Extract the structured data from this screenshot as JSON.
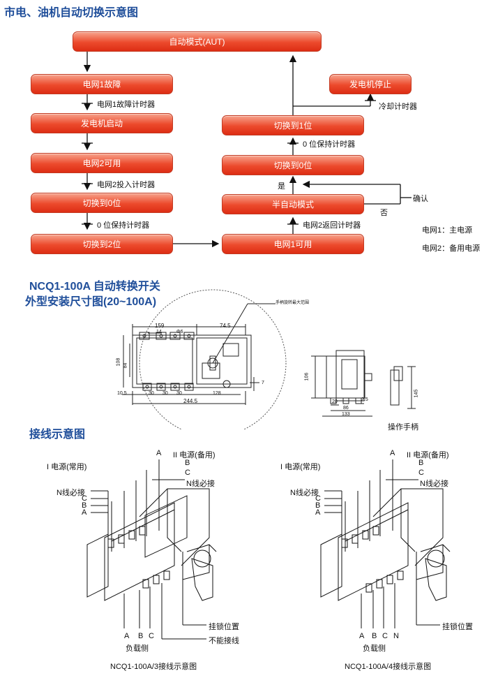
{
  "header": {
    "title": "市电、油机自动切换示意图"
  },
  "flow": {
    "auto_mode": "自动模式(AUT)",
    "grid1_fault": "电网1故障",
    "grid1_fault_timer": "电网1故障计时器",
    "gen_start": "发电机启动",
    "grid2_available": "电网2可用",
    "grid2_input_timer": "电网2投入计时器",
    "switch0_left": "切换到0位",
    "hold_timer_left": "0 位保持计时器",
    "switch2": "切换到2位",
    "grid1_available": "电网1可用",
    "grid2_return_timer": "电网2返回计时器",
    "semi_auto": "半自动模式",
    "switch0_right": "切换到0位",
    "hold_timer_right": "0 位保持计时器",
    "switch1": "切换到1位",
    "cooling_timer": "冷却计时器",
    "gen_stop": "发电机停止",
    "yes": "是",
    "no": "否",
    "confirm": "确认",
    "legend_grid1": "电网1：主电源",
    "legend_grid2": "电网2：备用电源"
  },
  "dimension": {
    "title_line1": "NCQ1-100A 自动转换开关",
    "title_line2": "外型安装尺寸图(20~100A)",
    "handle_range": "手柄旋转最大范围",
    "d159": "159",
    "d74_5": "74.5",
    "d14": "14",
    "phi6": "Φ6",
    "d108": "108",
    "d84": "84",
    "d10_5": "10.5",
    "d30a": "30",
    "d30b": "30",
    "d30c": "30",
    "d128": "128",
    "d244_5": "244.5",
    "d7": "7",
    "s106": "106",
    "s20": "20",
    "s86": "86",
    "s133": "133",
    "s2_5": "2.5",
    "s145": "145",
    "handle_label": "操作手柄"
  },
  "wiring": {
    "title": "接线示意图",
    "left": {
      "A_top": "A",
      "source2": "II 电源(备用)",
      "B_top": "B",
      "C_top": "C",
      "source1": "I 电源(常用)",
      "n_required_right": "N线必接",
      "n_required_left": "N线必接",
      "C_left": "C",
      "B_left": "B",
      "A_left": "A",
      "lock_position": "挂锁位置",
      "no_wiring": "不能接线",
      "bottom_A": "A",
      "bottom_B": "B",
      "bottom_C": "C",
      "load_side": "负载侧",
      "caption": "NCQ1-100A/3接线示意图"
    },
    "right": {
      "A_top": "A",
      "source2": "II 电源(备用)",
      "B_top": "B",
      "C_top": "C",
      "source1": "I 电源(常用)",
      "n_required_right": "N线必接",
      "n_required_left": "N线必接",
      "C_left": "C",
      "B_left": "B",
      "A_left": "A",
      "lock_position": "挂锁位置",
      "bottom_A": "A",
      "bottom_B": "B",
      "bottom_C": "C",
      "bottom_N": "N",
      "load_side": "负载侧",
      "caption": "NCQ1-100A/4接线示意图"
    }
  },
  "colors": {
    "accent_blue": "#1f4e9a",
    "box_red": "#e54325"
  }
}
